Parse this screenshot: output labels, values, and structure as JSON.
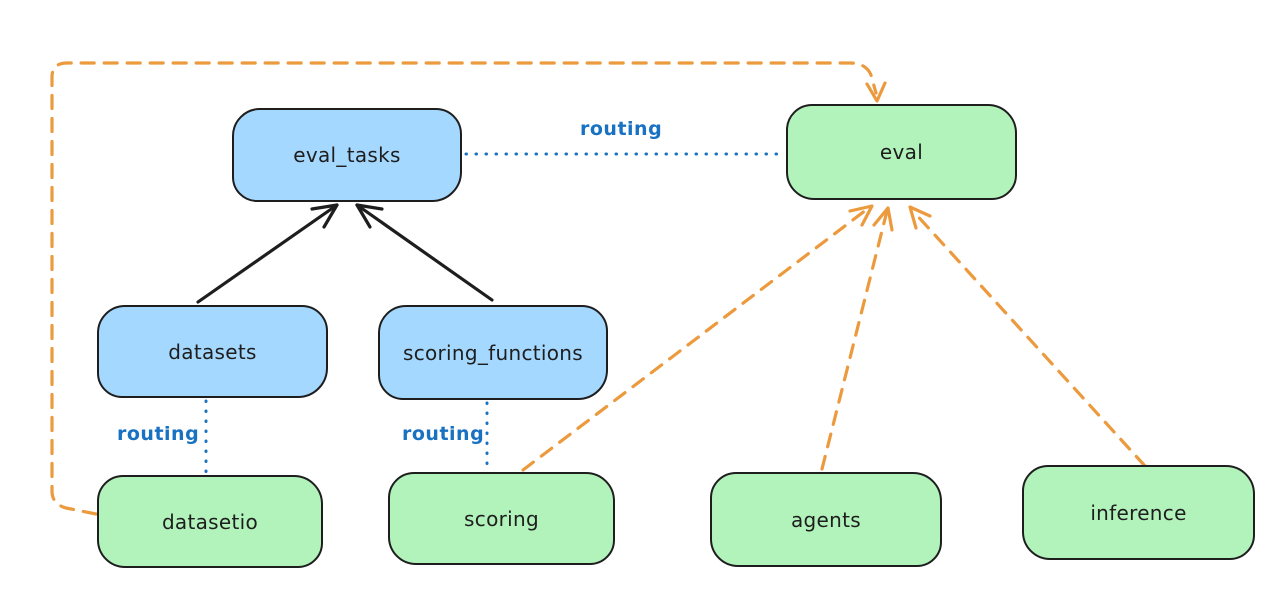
{
  "diagram": {
    "background": "#ffffff",
    "nodes": [
      {
        "id": "eval_tasks",
        "label": "eval_tasks",
        "fill": "#a5d8ff",
        "kind": "blue"
      },
      {
        "id": "eval",
        "label": "eval",
        "fill": "#b2f2bb",
        "kind": "green"
      },
      {
        "id": "datasets",
        "label": "datasets",
        "fill": "#a5d8ff",
        "kind": "blue"
      },
      {
        "id": "scoring_functions",
        "label": "scoring_functions",
        "fill": "#a5d8ff",
        "kind": "blue"
      },
      {
        "id": "datasetio",
        "label": "datasetio",
        "fill": "#b2f2bb",
        "kind": "green"
      },
      {
        "id": "scoring",
        "label": "scoring",
        "fill": "#b2f2bb",
        "kind": "green"
      },
      {
        "id": "agents",
        "label": "agents",
        "fill": "#b2f2bb",
        "kind": "green"
      },
      {
        "id": "inference",
        "label": "inference",
        "fill": "#b2f2bb",
        "kind": "green"
      }
    ],
    "edges": [
      {
        "from": "datasets",
        "to": "eval_tasks",
        "style": "solid",
        "arrow": true,
        "color": "#1e1e1e",
        "label": ""
      },
      {
        "from": "scoring_functions",
        "to": "eval_tasks",
        "style": "solid",
        "arrow": true,
        "color": "#1e1e1e",
        "label": ""
      },
      {
        "from": "eval_tasks",
        "to": "eval",
        "style": "dotted",
        "arrow": false,
        "color": "#1971c2",
        "label": "routing"
      },
      {
        "from": "datasets",
        "to": "datasetio",
        "style": "dotted",
        "arrow": false,
        "color": "#1971c2",
        "label": "routing"
      },
      {
        "from": "scoring_functions",
        "to": "scoring",
        "style": "dotted",
        "arrow": false,
        "color": "#1971c2",
        "label": "routing"
      },
      {
        "from": "datasetio",
        "to": "eval",
        "style": "dashed",
        "arrow": true,
        "color": "#ec9a3e",
        "label": ""
      },
      {
        "from": "scoring",
        "to": "eval",
        "style": "dashed",
        "arrow": true,
        "color": "#ec9a3e",
        "label": ""
      },
      {
        "from": "agents",
        "to": "eval",
        "style": "dashed",
        "arrow": true,
        "color": "#ec9a3e",
        "label": ""
      },
      {
        "from": "inference",
        "to": "eval",
        "style": "dashed",
        "arrow": true,
        "color": "#ec9a3e",
        "label": ""
      }
    ],
    "colors": {
      "blue_fill": "#a5d8ff",
      "green_fill": "#b2f2bb",
      "stroke": "#1e1e1e",
      "orange": "#ec9a3e",
      "routing_blue": "#1971c2"
    }
  }
}
